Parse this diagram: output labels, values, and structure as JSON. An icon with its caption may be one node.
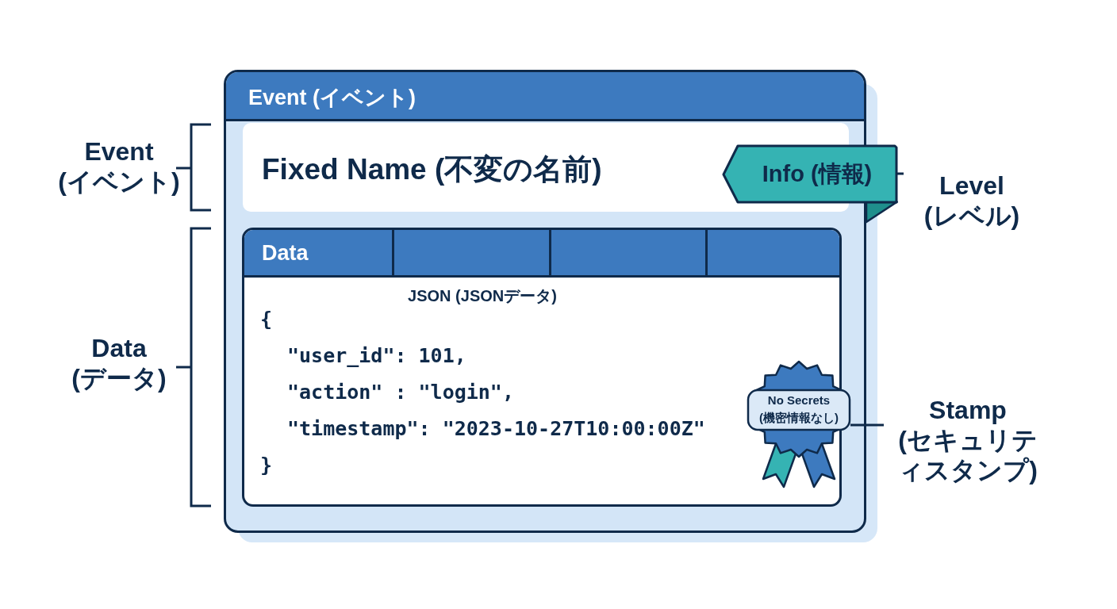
{
  "diagram": {
    "nodes": [
      {
        "text": [
          "Event (イベント)"
        ]
      },
      {
        "text": [
          "Fixed Name (不変の名前)"
        ],
        "in": 0
      },
      {
        "text": [
          "Info (情報)"
        ]
      },
      {
        "text": [
          "Data",
          "JSON (JSONデータ)",
          "{",
          "\"user_id\": 101,",
          "\"action\" : \"login\",",
          "\"timestamp\": \"2023-10-27T10:00:00Z\"",
          "}"
        ],
        "in": 0
      },
      {
        "text": [
          "No Secrets (機密情報なし)"
        ],
        "in": 3
      },
      {
        "text": [
          "Level (レベル)"
        ]
      },
      {
        "text": [
          "Stamp (セキュリティスタンプ)"
        ]
      }
    ],
    "edges": [
      {
        "from": 5,
        "to": 2,
        "arrow": "none"
      },
      {
        "from": 6,
        "to": 4,
        "arrow": "none"
      }
    ],
    "labels": [
      "Event (イベント)",
      "Data (データ)"
    ]
  }
}
